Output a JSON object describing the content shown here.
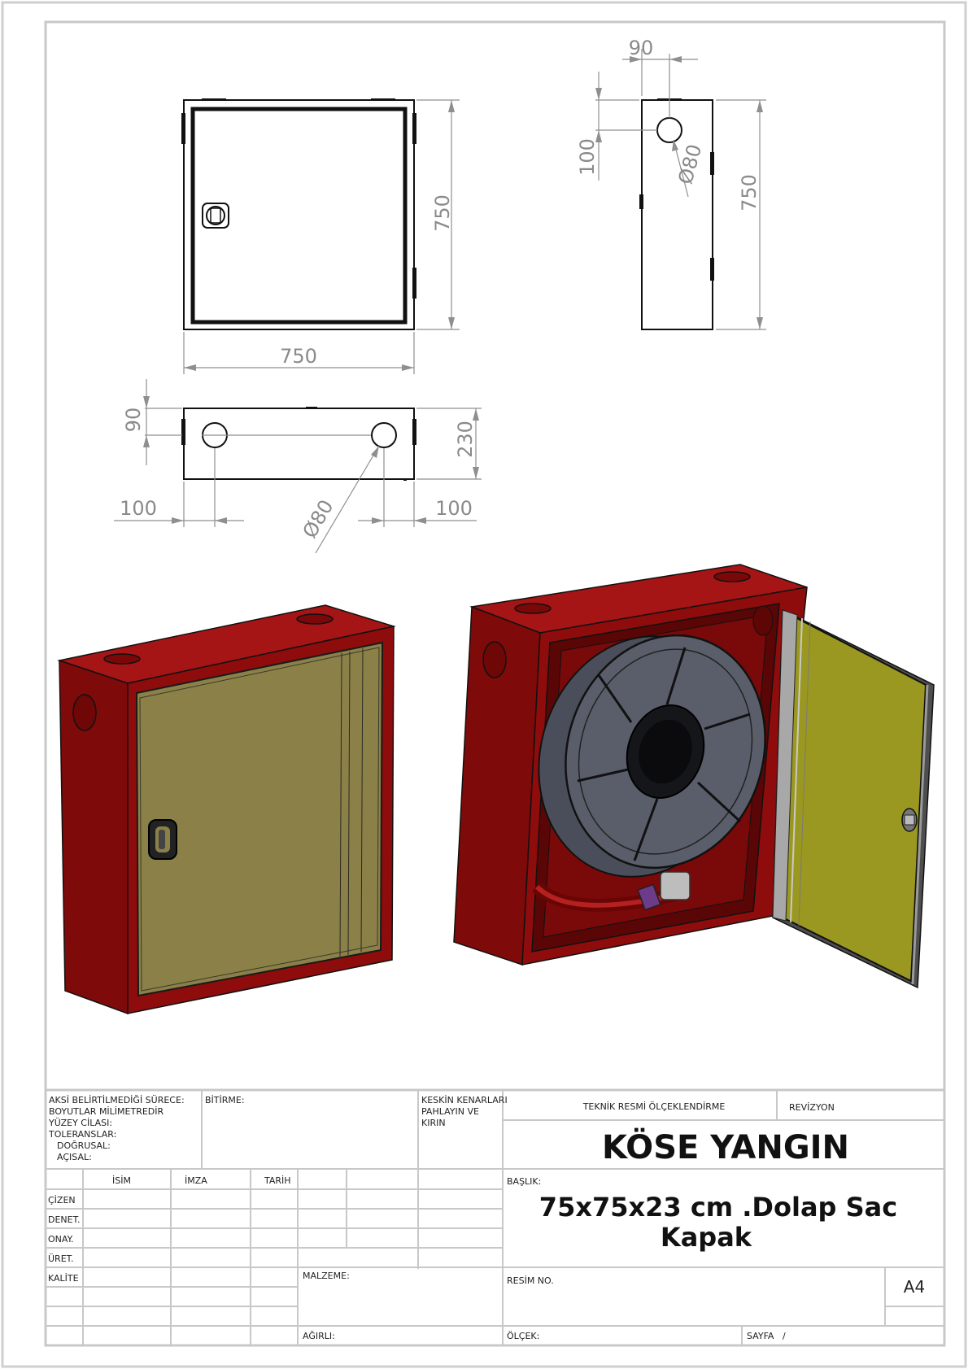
{
  "drawing": {
    "front_view": {
      "height_label": "750",
      "width_label": "750"
    },
    "side_view": {
      "top_offset_label": "90",
      "side_offset_label": "100",
      "hole_label": "Ø80",
      "height_label": "750"
    },
    "top_view": {
      "depth_offset_label": "90",
      "depth_label": "230",
      "left_offset_label": "100",
      "right_offset_label": "100",
      "hole_label": "Ø80"
    }
  },
  "colors": {
    "cabinet_red": "#8b0a0a",
    "door_glass": "#8a8048",
    "door_inner_yellow": "#9a9820",
    "reel_grey": "#5a5e6a"
  },
  "title_block": {
    "notes": [
      "AKSİ BELİRTİLMEDİĞİ SÜRECE:",
      "BOYUTLAR MİLİMETREDİR",
      "YÜZEY CİLASI:",
      "TOLERANSLAR:",
      "DOĞRUSAL:",
      "AÇISAL:"
    ],
    "finish_label": "BİTİRME:",
    "edges_note": [
      "KESKİN KENARLARI",
      "PAHLAYIN VE",
      "KIRIN"
    ],
    "scaling_label": "TEKNİK RESMİ ÖLÇEKLENDİRME",
    "revision_label": "REVİZYON",
    "company": "KÖSE YANGIN",
    "col_headers": {
      "name": "İSİM",
      "signature": "İMZA",
      "date": "TARİH"
    },
    "rows": [
      "ÇİZEN",
      "DENET.",
      "ONAY.",
      "ÜRET.",
      "KALİTE"
    ],
    "material_label": "MALZEME:",
    "weight_label": "AĞIRLI:",
    "heading_label": "BAŞLIK:",
    "title_line1": "75x75x23 cm .Dolap Sac",
    "title_line2": "Kapak",
    "drawing_no_label": "RESİM NO.",
    "sheet_size": "A4",
    "scale_label": "ÖLÇEK:",
    "page_label": "SAYFA",
    "page_sep": "/"
  }
}
